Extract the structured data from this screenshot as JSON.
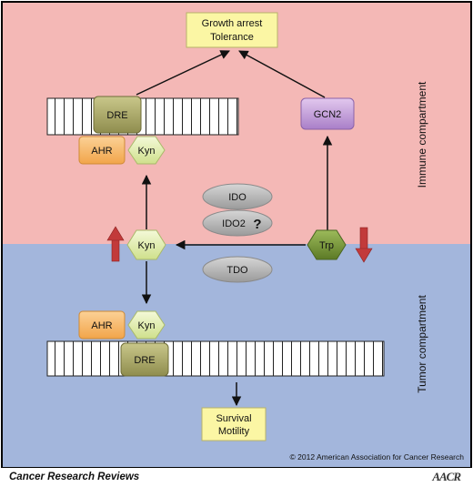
{
  "immune_compartment": {
    "label": "Immune compartment",
    "outcome_line1": "Growth arrest",
    "outcome_line2": "Tolerance",
    "dre_label": "DRE",
    "ahr_label": "AHR",
    "kyn_label": "Kyn",
    "gcn2_label": "GCN2"
  },
  "tumor_compartment": {
    "label": "Tumor compartment",
    "outcome_line1": "Survival",
    "outcome_line2": "Motility",
    "dre_label": "DRE",
    "ahr_label": "AHR",
    "kyn_label": "Kyn"
  },
  "pathway": {
    "kyn_label": "Kyn",
    "trp_label": "Trp",
    "enzymes": [
      "IDO",
      "IDO2",
      "TDO"
    ],
    "uncertain_mark": "?"
  },
  "copyright": "© 2012  American Association for Cancer Research",
  "footer": {
    "journal": "Cancer Research Reviews",
    "logo_text": "AACR"
  },
  "colors": {
    "immune_bg": "#f4b8b6",
    "tumor_bg": "#a3b6dc",
    "outcome_fill": "#fbf6a4",
    "dre_fill": "#a9a865",
    "ahr_fill": "#f7bb6b",
    "kyn_fill": "#e4efb6",
    "gcn2_fill": "#c7a3dc",
    "trp_fill": "#7a9a3c",
    "enzyme_fill": "#b5b5b5",
    "red_arrow": "#c23a3a"
  }
}
